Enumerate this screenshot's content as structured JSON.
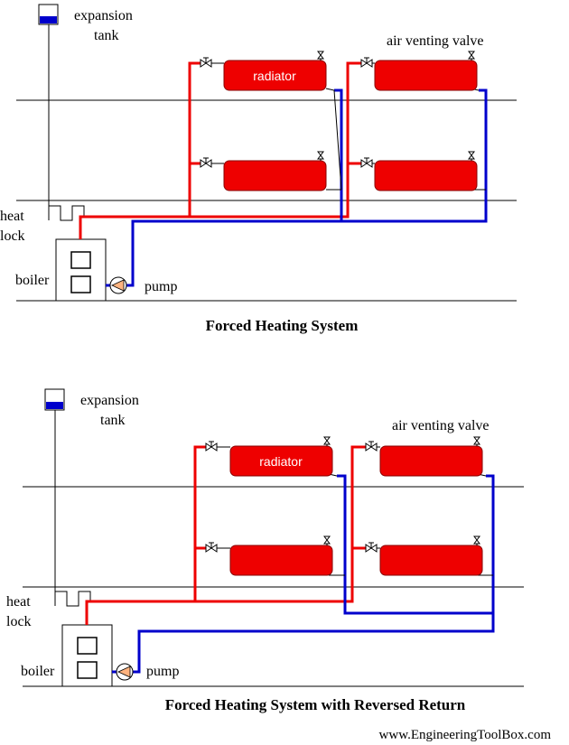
{
  "diagrams": [
    {
      "labels": {
        "expansion": "expansion",
        "tank": "tank",
        "air_venting_valve": "air venting valve",
        "radiator": "radiator",
        "heat": "heat",
        "lock": "lock",
        "boiler": "boiler",
        "pump": "pump"
      },
      "title": "Forced Heating System"
    },
    {
      "labels": {
        "expansion": "expansion",
        "tank": "tank",
        "air_venting_valve": "air venting valve",
        "radiator": "radiator",
        "heat": "heat",
        "lock": "lock",
        "boiler": "boiler",
        "pump": "pump"
      },
      "title": "Forced Heating System with Reversed Return"
    }
  ],
  "credit": "www.EngineeringToolBox.com",
  "colors": {
    "supply": "#ee0000",
    "return": "#0000cc",
    "radiator": "#ee0000",
    "tank_water": "#0000cc"
  }
}
